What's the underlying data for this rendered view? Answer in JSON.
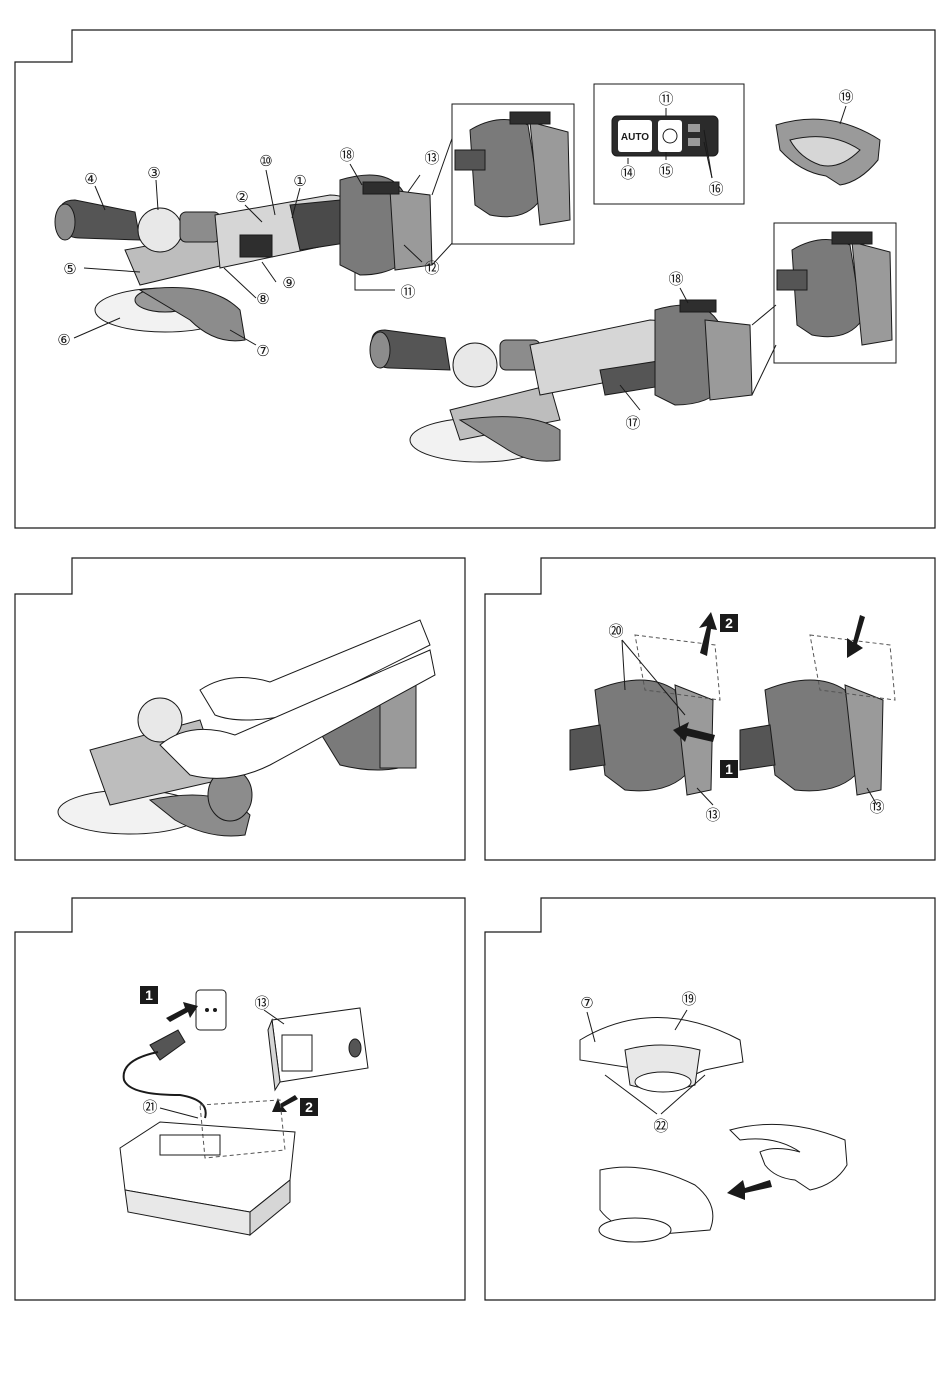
{
  "callouts": {
    "n1": "①",
    "n2": "②",
    "n3": "③",
    "n4": "④",
    "n5": "⑤",
    "n6": "⑥",
    "n7": "⑦",
    "n8": "⑧",
    "n9": "⑨",
    "n10": "⑩",
    "n11": "⑪",
    "n12": "⑫",
    "n13": "⑬",
    "n14": "⑭",
    "n15": "⑮",
    "n16": "⑯",
    "n17": "⑰",
    "n18": "⑱",
    "n19": "⑲",
    "n20": "⑳",
    "n21": "㉑",
    "n22": "㉒"
  },
  "step_labels": {
    "s1": "1",
    "s2": "2"
  },
  "panel_text": {
    "auto_button": "AUTO"
  },
  "icons": {
    "arrow": "arrow-icon",
    "battery": "battery-icon",
    "grinder": "grinder-icon",
    "charger": "charger-icon",
    "guard": "wheel-guard-icon",
    "plug": "plug-icon",
    "socket": "wall-socket-icon"
  },
  "colors": {
    "line": "#1a1a1a",
    "shade": "#8c8c8c",
    "light": "#cfcfcf",
    "dark": "#3a3a3a"
  }
}
